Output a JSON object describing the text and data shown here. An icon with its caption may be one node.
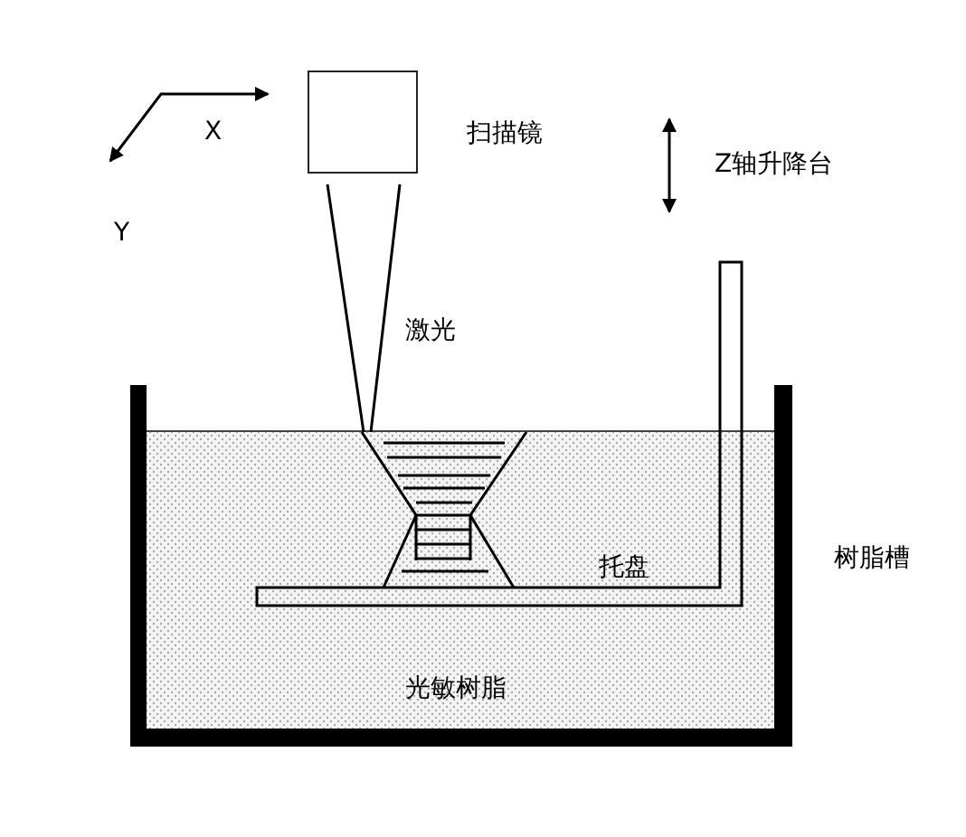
{
  "diagram": {
    "nodes": [
      {
        "text": [],
        "shape": "box",
        "beside": [
          "扫描镜"
        ]
      }
    ],
    "labels": [
      "X",
      "Y",
      "Z轴升降台",
      "激光",
      "托盘",
      "树脂槽",
      "光敏树脂"
    ]
  }
}
